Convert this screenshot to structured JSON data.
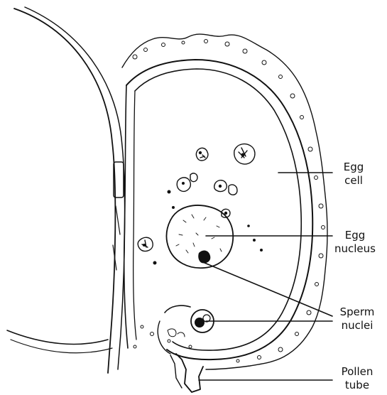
{
  "labels": {
    "egg_cell": {
      "line1": "Egg",
      "line2": "cell"
    },
    "egg_nucleus": {
      "line1": "Egg",
      "line2": "nucleus"
    },
    "sperm_nuclei": {
      "line1": "Sperm",
      "line2": "nuclei"
    },
    "pollen_tube": {
      "line1": "Pollen",
      "line2": "tube"
    }
  },
  "colors": {
    "ink": "#111111",
    "background": "#ffffff"
  }
}
